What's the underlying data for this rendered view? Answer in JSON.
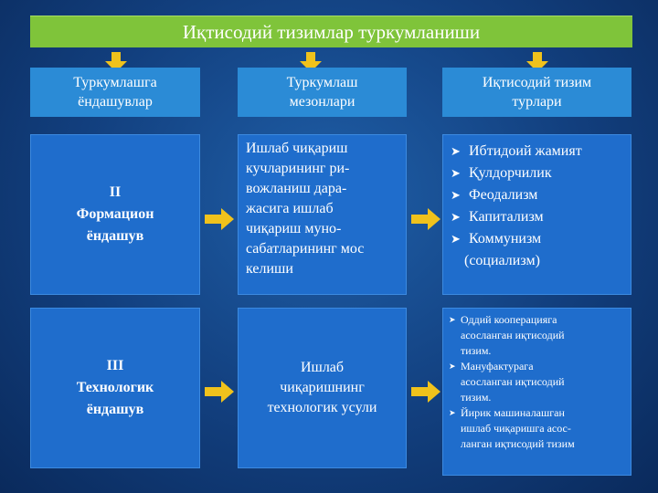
{
  "title": "Иқтисодий тизимлар туркумланиши",
  "headers": {
    "col1": [
      "Туркумлашга",
      "ёндашувлар"
    ],
    "col2": [
      "Туркумлаш",
      "мезонлари"
    ],
    "col3": [
      "Иқтисодий тизим",
      "турлари"
    ]
  },
  "row1": {
    "approach": [
      "II",
      "Формацион",
      "ёндашув"
    ],
    "criterion": [
      "Ишлаб чиқариш",
      "кучларининг ри-",
      "вожланиш дара-",
      "жасига ишлаб",
      "чиқариш муно-",
      "сабатларининг мос",
      "келиши"
    ],
    "types": [
      "Ибтидоий жамият",
      "Қулдорчилик",
      "Феодализм",
      "Капитализм",
      "Коммунизм"
    ],
    "types_cont": "(социализм)"
  },
  "row2": {
    "approach": [
      "III",
      "Технологик",
      "ёндашув"
    ],
    "criterion": [
      "Ишлаб",
      "чиқаришнинг",
      "технологик усули"
    ],
    "types": [
      {
        "first": "Оддий кооперацияга",
        "rest": [
          "асосланган иқтисодий",
          "тизим."
        ]
      },
      {
        "first": "Мануфактурага",
        "rest": [
          "асосланган иқтисодий",
          "тизим."
        ]
      },
      {
        "first": "Йирик машиналашган",
        "rest": [
          "ишлаб чиқаришга асос-",
          "ланган иқтисодий тизим"
        ]
      }
    ]
  },
  "icons": {
    "down_arrow": "down-arrow-icon",
    "right_arrow": "right-arrow-icon",
    "bullet": "arrowhead-bullet-icon"
  },
  "colors": {
    "title_bar": "#7fc43a",
    "header_box": "#2b8bd6",
    "content_box": "#1f6dcc",
    "arrow": "#f0c21c",
    "background": "#123f7e"
  }
}
